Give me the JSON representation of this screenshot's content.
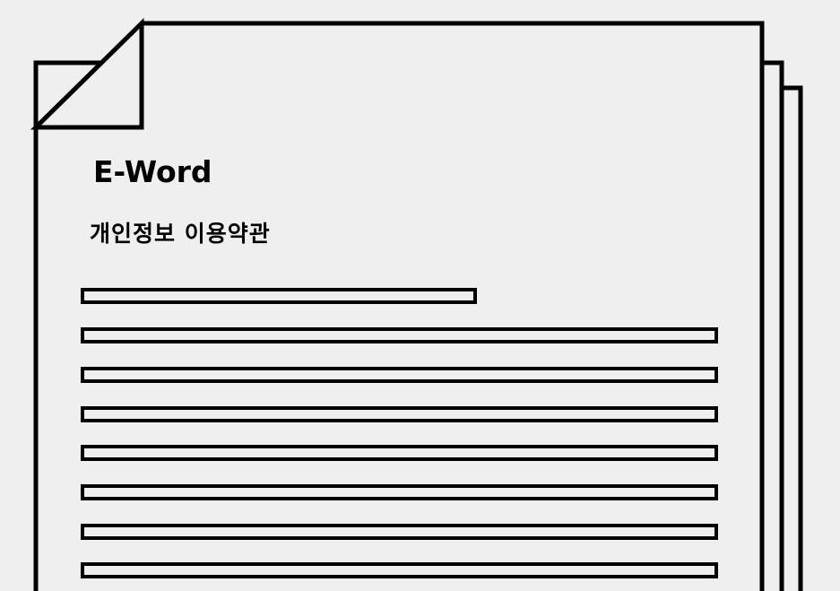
{
  "document": {
    "title": "E-Word",
    "subtitle": "개인정보 이용약관"
  },
  "colors": {
    "background": "#efefef",
    "paper": "#efefef",
    "outline": "#000000"
  },
  "icons": {
    "page_fold": "folded-corner-icon",
    "text_line": "placeholder-text-line"
  }
}
